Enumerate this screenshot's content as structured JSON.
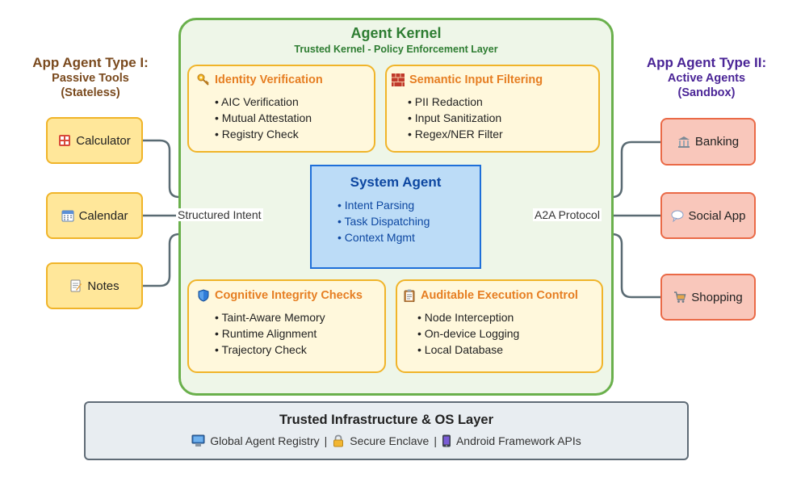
{
  "left_group": {
    "title": "App Agent Type I:",
    "subtitle1": "Passive Tools",
    "subtitle2": "(Stateless)"
  },
  "right_group": {
    "title": "App Agent Type II:",
    "subtitle1": "Active Agents",
    "subtitle2": "(Sandbox)"
  },
  "kernel": {
    "title": "Agent Kernel",
    "subtitle": "Trusted Kernel - Policy Enforcement Layer",
    "modules": {
      "identity": {
        "title": "Identity Verification",
        "icon": "key-icon",
        "items": [
          "AIC Verification",
          "Mutual Attestation",
          "Registry Check"
        ]
      },
      "filtering": {
        "title": "Semantic Input Filtering",
        "icon": "brick-wall-icon",
        "items": [
          "PII Redaction",
          "Input Sanitization",
          "Regex/NER Filter"
        ]
      },
      "integrity": {
        "title": "Cognitive Integrity Checks",
        "icon": "shield-icon",
        "items": [
          "Taint-Aware Memory",
          "Runtime Alignment",
          "Trajectory Check"
        ]
      },
      "execution": {
        "title": "Auditable Execution Control",
        "icon": "clipboard-icon",
        "items": [
          "Node Interception",
          "On-device Logging",
          "Local Database"
        ]
      }
    },
    "system_agent": {
      "title": "System Agent",
      "items": [
        "Intent Parsing",
        "Task Dispatching",
        "Context Mgmt"
      ]
    }
  },
  "tools": [
    {
      "label": "Calculator",
      "icon": "abacus-icon"
    },
    {
      "label": "Calendar",
      "icon": "calendar-icon"
    },
    {
      "label": "Notes",
      "icon": "memo-icon"
    }
  ],
  "agents": [
    {
      "label": "Banking",
      "icon": "bank-icon"
    },
    {
      "label": "Social App",
      "icon": "speech-bubble-icon"
    },
    {
      "label": "Shopping",
      "icon": "shopping-cart-icon"
    }
  ],
  "connections": {
    "left": "Structured Intent",
    "right": "A2A Protocol"
  },
  "infra": {
    "title": "Trusted Infrastructure & OS Layer",
    "items": [
      {
        "label": "Global Agent Registry",
        "icon": "computer-icon"
      },
      {
        "label": "Secure Enclave",
        "icon": "lock-icon"
      },
      {
        "label": "Android Framework APIs",
        "icon": "mobile-phone-icon"
      }
    ],
    "separator": "|"
  },
  "colors": {
    "kernel_border": "#6ab04c",
    "kernel_bg": "#eef6e8",
    "module_border": "#f0b429",
    "module_title": "#e67e22",
    "system_agent_bg": "#bcdcf7",
    "system_agent_border": "#1e6fd9",
    "tool_bg": "#ffe79a",
    "agent_bg": "#f9c7bb",
    "agent_border": "#ea6a47",
    "left_title": "#7a4a1e",
    "right_title": "#4a2496",
    "wire": "#5a6b73"
  }
}
